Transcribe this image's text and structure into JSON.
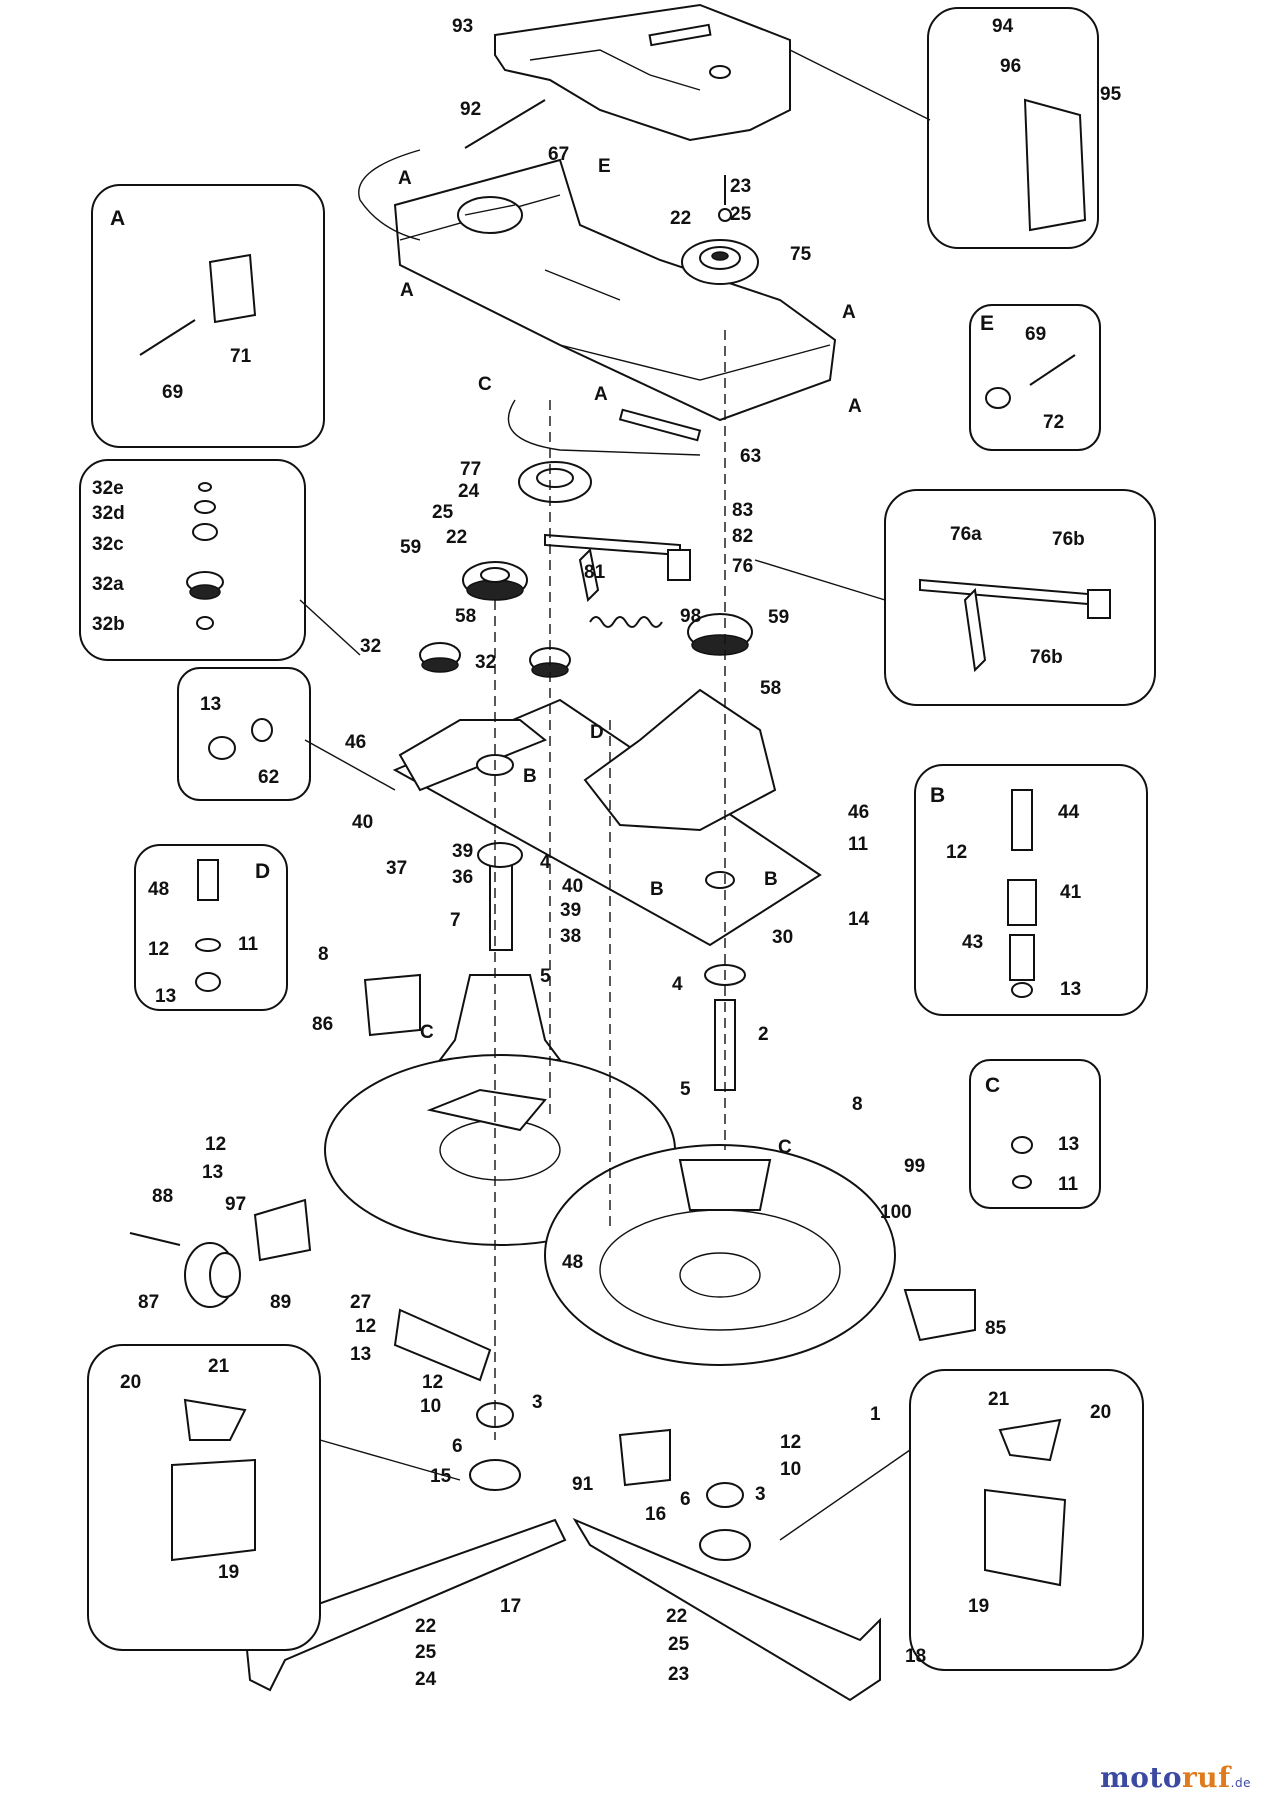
{
  "callouts": [
    {
      "id": "93",
      "t": "93"
    },
    {
      "id": "94",
      "t": "94"
    },
    {
      "id": "96",
      "t": "96"
    },
    {
      "id": "95",
      "t": "95"
    },
    {
      "id": "92",
      "t": "92"
    },
    {
      "id": "67",
      "t": "67"
    },
    {
      "id": "E1",
      "t": "E"
    },
    {
      "id": "A1",
      "t": "A"
    },
    {
      "id": "23a",
      "t": "23"
    },
    {
      "id": "22a",
      "t": "22"
    },
    {
      "id": "25a",
      "t": "25"
    },
    {
      "id": "75",
      "t": "75"
    },
    {
      "id": "A2",
      "t": "A"
    },
    {
      "id": "A3",
      "t": "A"
    },
    {
      "id": "C1",
      "t": "C"
    },
    {
      "id": "A4",
      "t": "A"
    },
    {
      "id": "A5",
      "t": "A"
    },
    {
      "id": "63",
      "t": "63"
    },
    {
      "id": "77",
      "t": "77"
    },
    {
      "id": "24a",
      "t": "24"
    },
    {
      "id": "25b",
      "t": "25"
    },
    {
      "id": "22b",
      "t": "22"
    },
    {
      "id": "83",
      "t": "83"
    },
    {
      "id": "82",
      "t": "82"
    },
    {
      "id": "76",
      "t": "76"
    },
    {
      "id": "81",
      "t": "81"
    },
    {
      "id": "59a",
      "t": "59"
    },
    {
      "id": "58a",
      "t": "58"
    },
    {
      "id": "98",
      "t": "98"
    },
    {
      "id": "59b",
      "t": "59"
    },
    {
      "id": "32a",
      "t": "32"
    },
    {
      "id": "32b",
      "t": "32"
    },
    {
      "id": "58b",
      "t": "58"
    },
    {
      "id": "46a",
      "t": "46"
    },
    {
      "id": "D1",
      "t": "D"
    },
    {
      "id": "B1",
      "t": "B"
    },
    {
      "id": "40a",
      "t": "40"
    },
    {
      "id": "39a",
      "t": "39"
    },
    {
      "id": "36",
      "t": "36"
    },
    {
      "id": "37",
      "t": "37"
    },
    {
      "id": "4a",
      "t": "4"
    },
    {
      "id": "40b",
      "t": "40"
    },
    {
      "id": "39b",
      "t": "39"
    },
    {
      "id": "38",
      "t": "38"
    },
    {
      "id": "7",
      "t": "7"
    },
    {
      "id": "46b",
      "t": "46"
    },
    {
      "id": "11a",
      "t": "11"
    },
    {
      "id": "B2",
      "t": "B"
    },
    {
      "id": "B3",
      "t": "B"
    },
    {
      "id": "14",
      "t": "14"
    },
    {
      "id": "30",
      "t": "30"
    },
    {
      "id": "8a",
      "t": "8"
    },
    {
      "id": "5a",
      "t": "5"
    },
    {
      "id": "4b",
      "t": "4"
    },
    {
      "id": "C2",
      "t": "C"
    },
    {
      "id": "86",
      "t": "86"
    },
    {
      "id": "2",
      "t": "2"
    },
    {
      "id": "5b",
      "t": "5"
    },
    {
      "id": "8b",
      "t": "8"
    },
    {
      "id": "C3",
      "t": "C"
    },
    {
      "id": "12a",
      "t": "12"
    },
    {
      "id": "13a",
      "t": "13"
    },
    {
      "id": "88",
      "t": "88"
    },
    {
      "id": "97",
      "t": "97"
    },
    {
      "id": "99",
      "t": "99"
    },
    {
      "id": "100",
      "t": "100"
    },
    {
      "id": "87",
      "t": "87"
    },
    {
      "id": "89",
      "t": "89"
    },
    {
      "id": "48a",
      "t": "48"
    },
    {
      "id": "27",
      "t": "27"
    },
    {
      "id": "12b",
      "t": "12"
    },
    {
      "id": "13b",
      "t": "13"
    },
    {
      "id": "85",
      "t": "85"
    },
    {
      "id": "1",
      "t": "1"
    },
    {
      "id": "12c",
      "t": "12"
    },
    {
      "id": "10a",
      "t": "10"
    },
    {
      "id": "3a",
      "t": "3"
    },
    {
      "id": "6a",
      "t": "6"
    },
    {
      "id": "15",
      "t": "15"
    },
    {
      "id": "91",
      "t": "91"
    },
    {
      "id": "12d",
      "t": "12"
    },
    {
      "id": "10b",
      "t": "10"
    },
    {
      "id": "3b",
      "t": "3"
    },
    {
      "id": "6b",
      "t": "6"
    },
    {
      "id": "16",
      "t": "16"
    },
    {
      "id": "17",
      "t": "17"
    },
    {
      "id": "18",
      "t": "18"
    },
    {
      "id": "22c",
      "t": "22"
    },
    {
      "id": "25c",
      "t": "25"
    },
    {
      "id": "24b",
      "t": "24"
    },
    {
      "id": "22d",
      "t": "22"
    },
    {
      "id": "25d",
      "t": "25"
    },
    {
      "id": "23b",
      "t": "23"
    }
  ],
  "details": {
    "A": {
      "letter": "A",
      "labels": [
        "69",
        "71"
      ]
    },
    "E": {
      "letter": "E",
      "labels": [
        "69",
        "72"
      ]
    },
    "kit32": {
      "labels": [
        "32e",
        "32d",
        "32c",
        "32a",
        "32b"
      ]
    },
    "nut": {
      "labels": [
        "13",
        "62"
      ]
    },
    "arm76": {
      "labels": [
        "76a",
        "76b",
        "76b"
      ]
    },
    "D": {
      "letter": "D",
      "labels": [
        "48",
        "11",
        "12",
        "13"
      ]
    },
    "B": {
      "letter": "B",
      "labels": [
        "44",
        "12",
        "41",
        "43",
        "13"
      ]
    },
    "C": {
      "letter": "C",
      "labels": [
        "13",
        "11"
      ]
    },
    "blade_left": {
      "labels": [
        "20",
        "21",
        "19"
      ]
    },
    "blade_right": {
      "labels": [
        "21",
        "20",
        "19"
      ]
    },
    "belt_guard": {
      "labels": [
        "94",
        "96",
        "95"
      ]
    }
  },
  "watermark": {
    "part1": "moto",
    "part2": "ruf",
    "suffix": ".de"
  }
}
